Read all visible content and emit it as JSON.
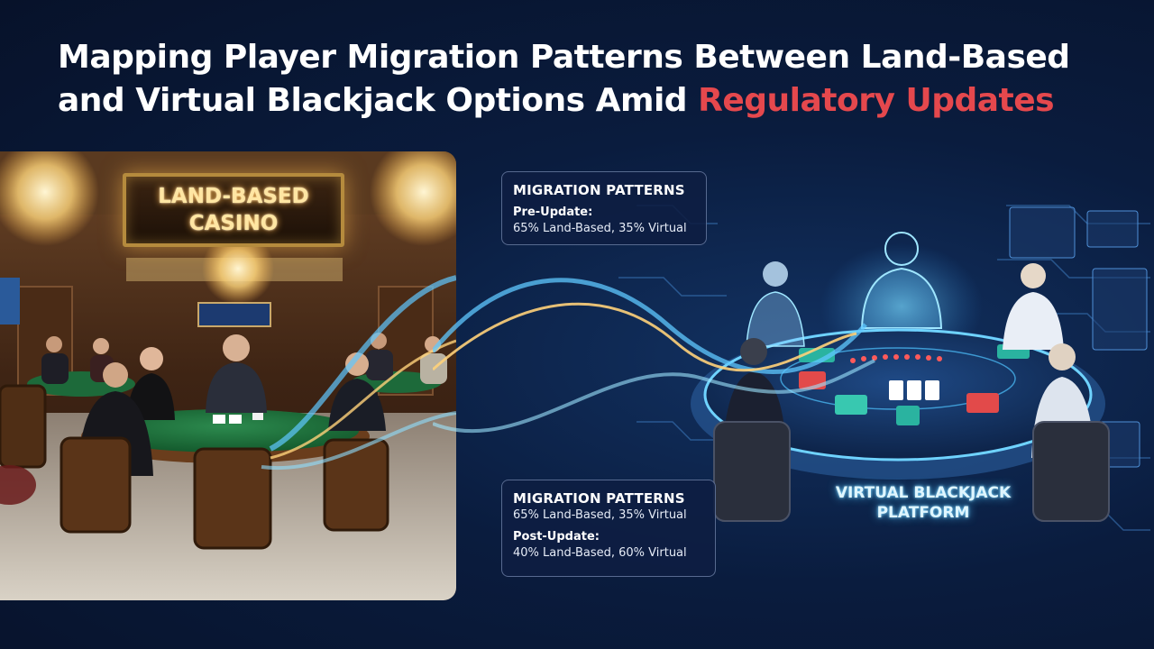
{
  "header": {
    "title_main": "Mapping Player Migration Patterns Between Land-Based and Virtual Blackjack Options Amid ",
    "title_accent": "Regulatory Updates"
  },
  "casino": {
    "sign_line1": "LAND-BASED",
    "sign_line2": "CASINO"
  },
  "panel_top": {
    "title": "MIGRATION PATTERNS",
    "subtitle": "Pre-Update:",
    "text": "65% Land-Based, 35% Virtual"
  },
  "panel_bottom": {
    "title": "MIGRATION PATTERNS",
    "line1": "65% Land-Based, 35% Virtual",
    "subtitle": "Post-Update:",
    "line2": "40% Land-Based, 60% Virtual"
  },
  "virtual": {
    "label_line1": "VIRTUAL BLACKJACK",
    "label_line2": "PLATFORM"
  },
  "colors": {
    "accent": "#e5484d",
    "background": "#0a1c3e",
    "glow": "#4fc3ff",
    "felt": "#1d6a3a",
    "gold": "#e8b54a"
  }
}
